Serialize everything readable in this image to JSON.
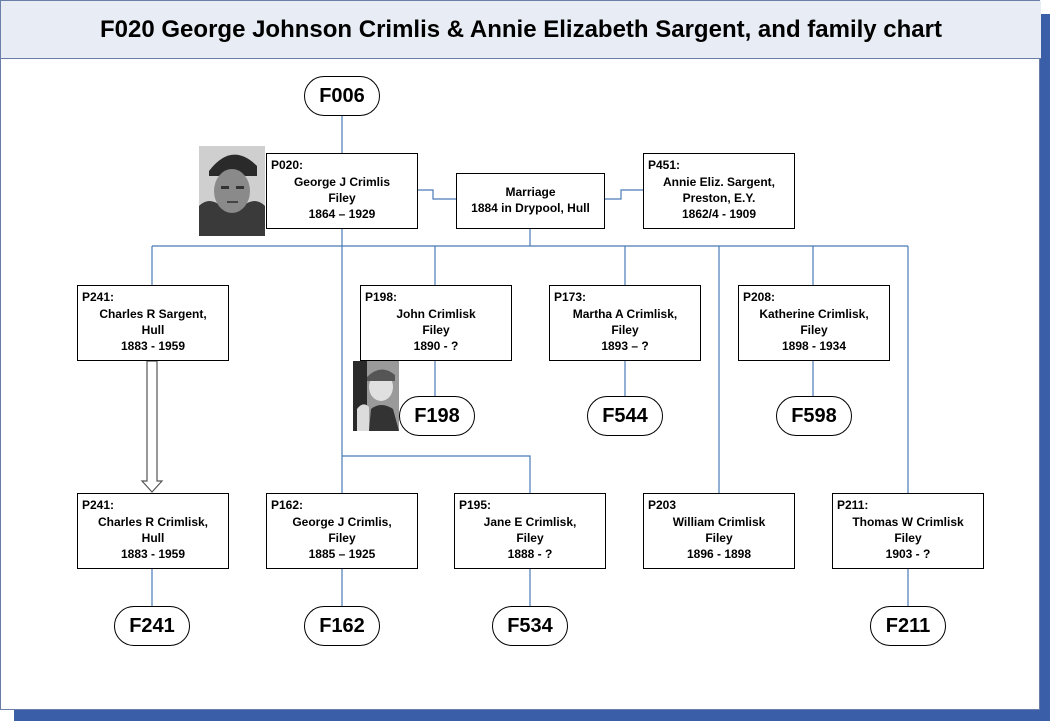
{
  "title": "F020 George Johnson Crimlis & Annie Elizabeth Sargent, and family chart",
  "colors": {
    "frame_shadow": "#3a5fa8",
    "title_bg": "#e8edf5",
    "connector": "#4a7ab8"
  },
  "families": {
    "f006": "F006",
    "f198": "F198",
    "f544": "F544",
    "f598": "F598",
    "f241": "F241",
    "f162": "F162",
    "f534": "F534",
    "f211": "F211"
  },
  "persons": {
    "george": {
      "id": "P020:",
      "lines": [
        "George J Crimlis",
        "Filey",
        "1864 – 1929"
      ]
    },
    "marriage": {
      "lines": [
        "Marriage",
        "1884 in Drypool, Hull"
      ]
    },
    "annie": {
      "id": "P451:",
      "lines": [
        "Annie Eliz. Sargent,",
        "Preston, E.Y.",
        "1862/4 - 1909"
      ]
    },
    "charles_sargent": {
      "id": "P241:",
      "lines": [
        "Charles R  Sargent,",
        "Hull",
        "1883 - 1959"
      ]
    },
    "john": {
      "id": "P198:",
      "lines": [
        "John Crimlisk",
        "Filey",
        "1890 - ?"
      ]
    },
    "martha": {
      "id": "P173:",
      "lines": [
        "Martha A Crimlisk,",
        "Filey",
        "1893 – ?"
      ]
    },
    "katherine": {
      "id": "P208:",
      "lines": [
        "Katherine  Crimlisk,",
        "Filey",
        "1898 - 1934"
      ]
    },
    "charles_crimlisk": {
      "id": "P241:",
      "lines": [
        "Charles R  Crimlisk,",
        "Hull",
        "1883 - 1959"
      ]
    },
    "george_jr": {
      "id": "P162:",
      "lines": [
        "George J Crimlis,",
        "Filey",
        "1885 – 1925"
      ]
    },
    "jane": {
      "id": "P195:",
      "lines": [
        "Jane E Crimlisk,",
        "Filey",
        "1888 - ?"
      ]
    },
    "william": {
      "id": "P203",
      "lines": [
        "William Crimlisk",
        "Filey",
        "1896 - 1898"
      ]
    },
    "thomas": {
      "id": "P211:",
      "lines": [
        "Thomas W Crimlisk",
        "Filey",
        "1903 - ?"
      ]
    }
  }
}
